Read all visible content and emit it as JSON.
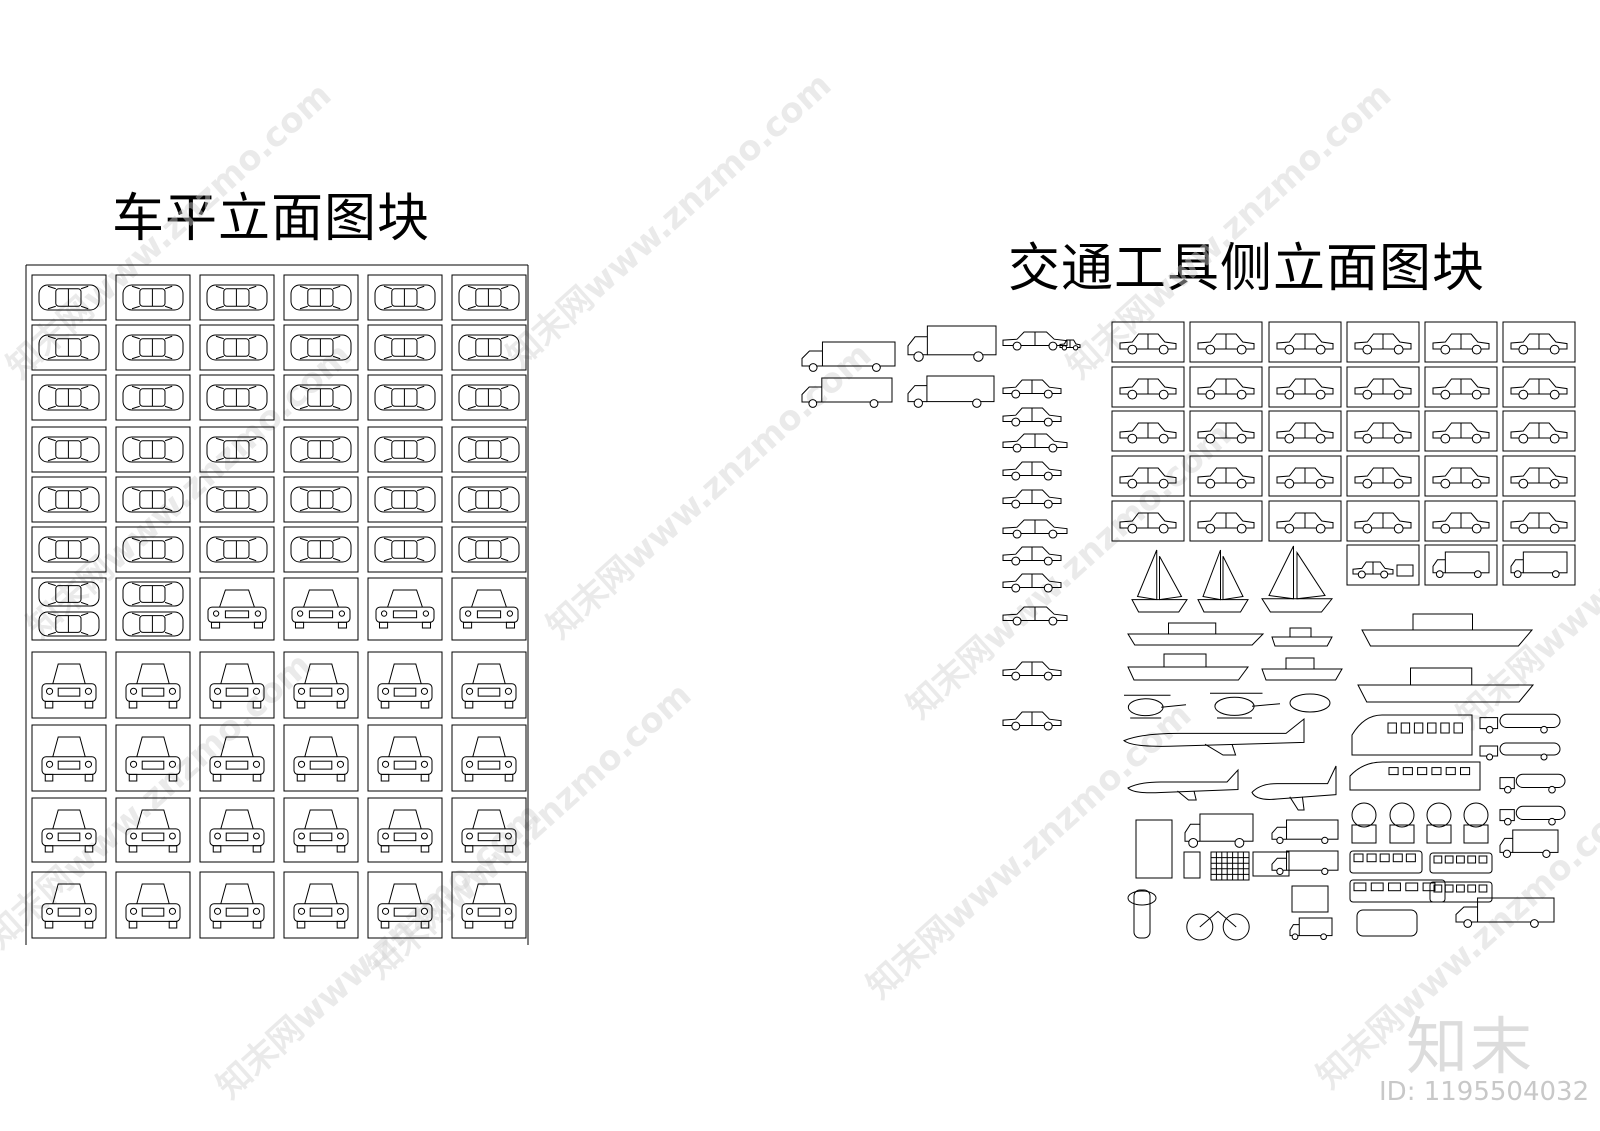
{
  "titles": {
    "left": "车平立面图块",
    "right": "交通工具侧立面图块"
  },
  "watermark": {
    "text": "知末网www.znzmo.com",
    "logo": "知末",
    "id_label": "ID: 1195504032"
  },
  "colors": {
    "line": "#000000",
    "background": "#ffffff",
    "watermark": "#d0d0d0"
  },
  "left_sheet": {
    "columns": 6,
    "rows": 11,
    "row_types": [
      "top",
      "top",
      "top",
      "top",
      "top",
      "top",
      "mixed",
      "front",
      "front",
      "rear",
      "rear"
    ]
  },
  "right_sheet": {
    "car_grid_rows": 5,
    "car_grid_columns": 6,
    "extra_row_items": 3,
    "left_stack_count": 11
  }
}
